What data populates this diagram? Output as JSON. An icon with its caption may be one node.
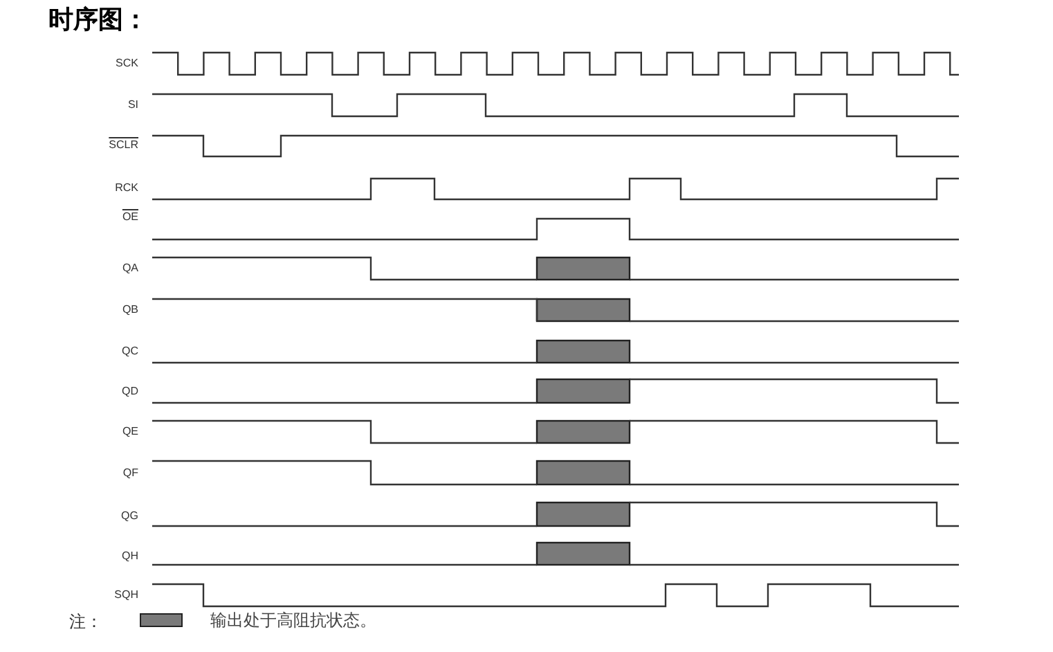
{
  "diagram": {
    "title": "时序图：",
    "labels": [
      "SCK",
      "SI",
      "SCLR",
      "RCK",
      "OE",
      "QA",
      "QB",
      "QC",
      "QD",
      "QE",
      "QF",
      "QG",
      "QH",
      "SQH",
      "注："
    ],
    "legend": [
      {
        "text": "输出处于高阻抗状态。",
        "color": "#7a7a7a"
      }
    ]
  }
}
